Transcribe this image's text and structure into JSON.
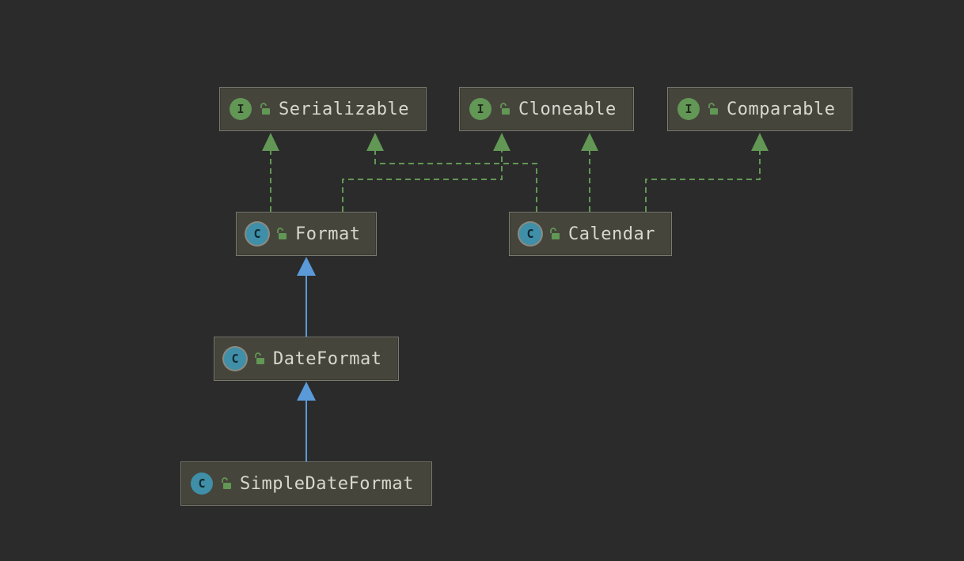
{
  "colors": {
    "background": "#2b2b2b",
    "node_fill": "#45453b",
    "node_border": "#7a7a70",
    "implements_edge": "#629755",
    "extends_edge": "#5a9ad8",
    "interface_badge": "#629755",
    "class_badge": "#3f8fa8"
  },
  "nodes": {
    "serializable": {
      "label": "Serializable",
      "kind": "I",
      "kind_type": "interface",
      "icon": "interface-icon"
    },
    "cloneable": {
      "label": "Cloneable",
      "kind": "I",
      "kind_type": "interface",
      "icon": "interface-icon"
    },
    "comparable": {
      "label": "Comparable",
      "kind": "I",
      "kind_type": "interface",
      "icon": "interface-icon"
    },
    "format": {
      "label": "Format",
      "kind": "C",
      "kind_type": "abstract-class",
      "icon": "abstract-class-icon"
    },
    "calendar": {
      "label": "Calendar",
      "kind": "C",
      "kind_type": "abstract-class",
      "icon": "abstract-class-icon"
    },
    "dateformat": {
      "label": "DateFormat",
      "kind": "C",
      "kind_type": "abstract-class",
      "icon": "abstract-class-icon"
    },
    "simpledateformat": {
      "label": "SimpleDateFormat",
      "kind": "C",
      "kind_type": "class",
      "icon": "class-icon"
    }
  },
  "edges": [
    {
      "from": "format",
      "to": "serializable",
      "relation": "implements"
    },
    {
      "from": "format",
      "to": "cloneable",
      "relation": "implements"
    },
    {
      "from": "calendar",
      "to": "serializable",
      "relation": "implements"
    },
    {
      "from": "calendar",
      "to": "cloneable",
      "relation": "implements"
    },
    {
      "from": "calendar",
      "to": "comparable",
      "relation": "implements"
    },
    {
      "from": "dateformat",
      "to": "format",
      "relation": "extends"
    },
    {
      "from": "simpledateformat",
      "to": "dateformat",
      "relation": "extends"
    }
  ]
}
